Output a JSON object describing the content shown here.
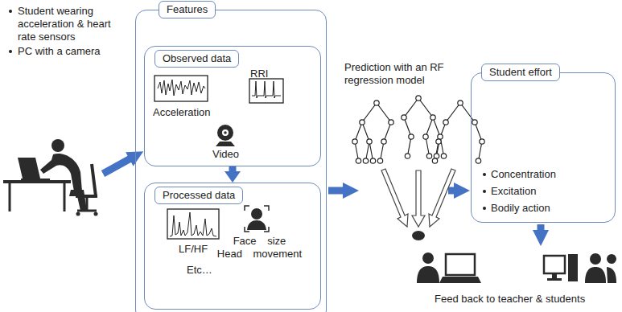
{
  "diagram": {
    "nodes": [
      {
        "text": [
          "Features"
        ]
      },
      {
        "text": [
          "Observed data",
          "Acceleration",
          "RRI",
          "Video"
        ],
        "in": 0
      },
      {
        "text": [
          "Processed data",
          "LF/HF",
          "Face size Head movement",
          "Etc…"
        ],
        "in": 0
      },
      {
        "text": [
          "Student effort",
          "Concentration",
          "Excitation",
          "Bodily action"
        ]
      }
    ],
    "edges": [
      {
        "from": 1,
        "to": 2,
        "arrow": "to"
      }
    ],
    "labels": [
      "Student wearing acceleration & heart rate sensors",
      "PC with a camera",
      "Prediction with an RF regression model",
      "Feed back to teacher & students"
    ]
  }
}
